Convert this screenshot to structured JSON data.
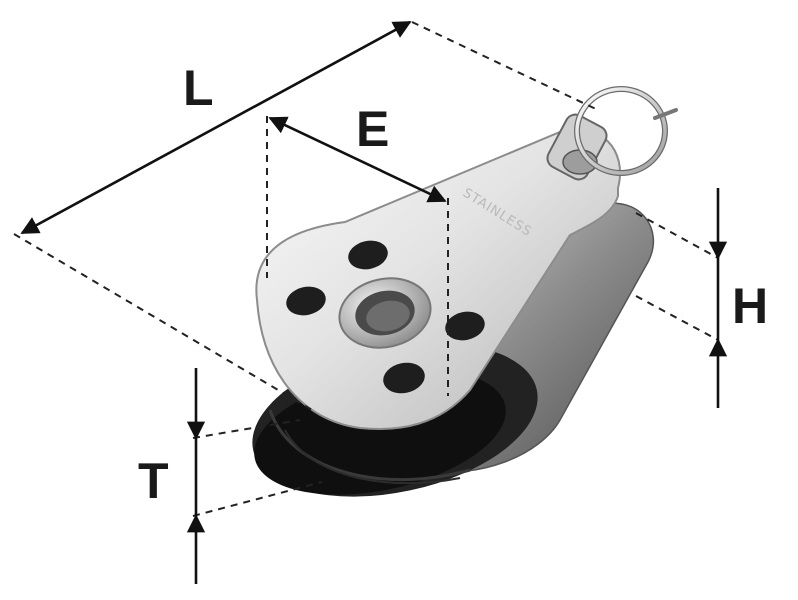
{
  "dimensions": {
    "length_label": "L",
    "eye_label": "E",
    "height_label": "H",
    "thickness_label": "T"
  },
  "engraving": "STAINLESS",
  "icons": {
    "product": "pulley-block-icon",
    "shackle": "split-ring-icon",
    "arrows": "dimension-arrow-icon"
  },
  "colors": {
    "steel_light": "#f2f2f2",
    "steel_mid": "#bdbdbd",
    "steel_dark": "#6e6e6e",
    "sheave": "#1c1c1c",
    "ink": "#111111"
  }
}
